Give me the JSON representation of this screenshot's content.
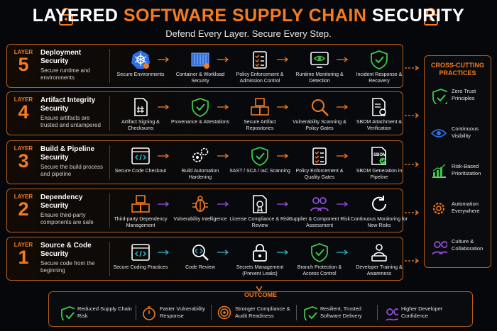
{
  "header": {
    "title_part1": "LAYERED ",
    "title_part2": "SOFTWARE SUPPLY CHAIN",
    "title_part3": " SECURITY",
    "subtitle": "Defend Every Layer. Secure Every Step.",
    "lock_icon_name": "lock-icon"
  },
  "layers": [
    {
      "word": "LAYER",
      "number": "5",
      "title": "Deployment Security",
      "desc": "Secure runtime and environments",
      "steps": [
        {
          "label": "Secure Environments",
          "icon": "kubernetes-icon"
        },
        {
          "label": "Container & Workload Security",
          "icon": "container-icon"
        },
        {
          "label": "Policy Enforcement & Admission Control",
          "icon": "checklist-icon"
        },
        {
          "label": "Runtime Monitoring & Detection",
          "icon": "monitor-eye-icon"
        },
        {
          "label": "Incident Response & Recovery",
          "icon": "shield-check-icon"
        }
      ]
    },
    {
      "word": "LAYER",
      "number": "4",
      "title": "Artifact Integrity Security",
      "desc": "Ensure artifacts are trusted and untampered",
      "steps": [
        {
          "label": "Artifact Signing & Checksums",
          "icon": "hash-document-icon"
        },
        {
          "label": "Provenance & Attestations",
          "icon": "shield-check-icon"
        },
        {
          "label": "Secure Artifact Repositories",
          "icon": "boxes-icon"
        },
        {
          "label": "Vulnerability Scanning & Policy Gates",
          "icon": "magnifier-icon"
        },
        {
          "label": "SBOM Attachment & Verification",
          "icon": "document-gear-icon"
        }
      ]
    },
    {
      "word": "LAYER",
      "number": "3",
      "title": "Build & Pipeline Security",
      "desc": "Secure the build process and pipeline",
      "steps": [
        {
          "label": "Secure Code Checkout",
          "icon": "code-window-icon"
        },
        {
          "label": "Build Automation Hardening",
          "icon": "gears-icon"
        },
        {
          "label": "SAST / SCA / IaC Scanning",
          "icon": "shield-check-icon"
        },
        {
          "label": "Policy Enforcement & Quality Gates",
          "icon": "checklist-icon"
        },
        {
          "label": "SBOM Generation in Pipeline",
          "icon": "sbom-icon"
        }
      ]
    },
    {
      "word": "LAYER",
      "number": "2",
      "title": "Dependency Security",
      "desc": "Ensure third-party components are safe",
      "steps": [
        {
          "label": "Third-party Dependency Management",
          "icon": "boxes-icon"
        },
        {
          "label": "Vulnerability Intelligence",
          "icon": "bug-icon"
        },
        {
          "label": "License Compliance & Risk Review",
          "icon": "certificate-icon"
        },
        {
          "label": "Supplier & Component Risk Assessment",
          "icon": "people-icon"
        },
        {
          "label": "Continuous Monitoring for New Risks",
          "icon": "refresh-icon"
        }
      ]
    },
    {
      "word": "LAYER",
      "number": "1",
      "title": "Source & Code Security",
      "desc": "Secure code from the beginning",
      "steps": [
        {
          "label": "Secure Coding Practices",
          "icon": "code-window-icon"
        },
        {
          "label": "Code Review",
          "icon": "magnifier-code-icon"
        },
        {
          "label": "Secrets Management (Prevent Leaks)",
          "icon": "lock-icon"
        },
        {
          "label": "Branch Protection & Access Control",
          "icon": "shield-check-icon"
        },
        {
          "label": "Developer Training & Awareness",
          "icon": "developer-icon"
        }
      ]
    }
  ],
  "cross_cutting": {
    "title": "CROSS-CUTTING PRACTICES",
    "items": [
      {
        "label": "Zero Trust Principles",
        "icon": "shield-check-icon"
      },
      {
        "label": "Continuous Visibility",
        "icon": "eye-icon"
      },
      {
        "label": "Risk-Based Prioritization",
        "icon": "bar-chart-icon"
      },
      {
        "label": "Automation Everywhere",
        "icon": "gear-icon"
      },
      {
        "label": "Culture & Collaboration",
        "icon": "people-icon"
      }
    ]
  },
  "outcome": {
    "title": "OUTCOME",
    "items": [
      {
        "label": "Reduced Supply Chain Risk",
        "icon": "shield-check-icon"
      },
      {
        "label": "Faster Vulnerability Response",
        "icon": "stopwatch-icon"
      },
      {
        "label": "Stronger Compliance & Audit Readiness",
        "icon": "target-icon"
      },
      {
        "label": "Resilient, Trusted Software Delivery",
        "icon": "shield-check-icon"
      },
      {
        "label": "Higher Developer Confidence",
        "icon": "people-icon"
      }
    ]
  },
  "colors": {
    "accent": "#f47b20",
    "kube_blue": "#2f6fe4",
    "container_blue": "#2e6bd6",
    "green": "#3fc64a",
    "purple": "#9a4fe0",
    "teal": "#2fb4c7",
    "lavender": "#8f8fd8"
  }
}
